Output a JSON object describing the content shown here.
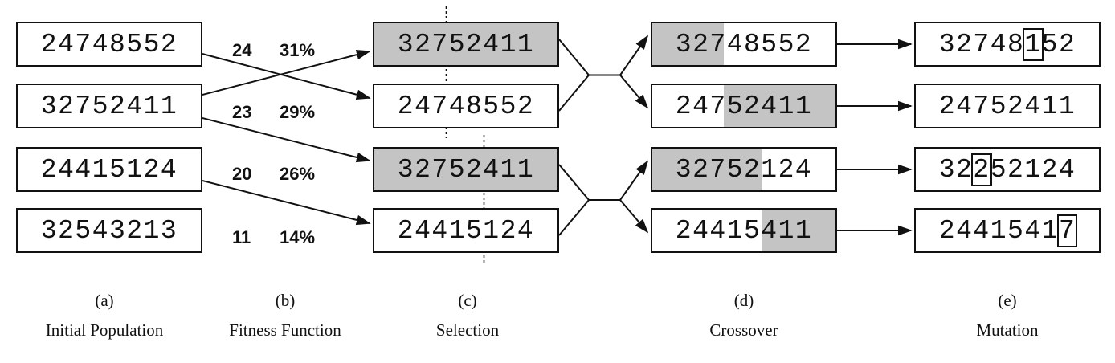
{
  "columns": [
    {
      "letter": "(a)",
      "title": "Initial Population",
      "boxes": [
        {
          "text": "24748552"
        },
        {
          "text": "32752411"
        },
        {
          "text": "24415124"
        },
        {
          "text": "32543213"
        }
      ]
    },
    {
      "letter": "(b)",
      "title": "Fitness Function",
      "fitness": [
        {
          "score": "24",
          "percent": "31%"
        },
        {
          "score": "23",
          "percent": "29%"
        },
        {
          "score": "20",
          "percent": "26%"
        },
        {
          "score": "11",
          "percent": "14%"
        }
      ]
    },
    {
      "letter": "(c)",
      "title": "Selection",
      "boxes": [
        {
          "text": "32752411",
          "shaded": true
        },
        {
          "text": "24748552",
          "shaded": false
        },
        {
          "text": "32752411",
          "shaded": true
        },
        {
          "text": "24415124",
          "shaded": false
        }
      ],
      "crossover_points": [
        3,
        5
      ]
    },
    {
      "letter": "(d)",
      "title": "Crossover",
      "boxes": [
        {
          "text": "32748552",
          "shaded_chars": [
            0,
            3
          ]
        },
        {
          "text": "24752411",
          "shaded_chars": [
            3,
            8
          ]
        },
        {
          "text": "32752124",
          "shaded_chars": [
            0,
            5
          ]
        },
        {
          "text": "24415411",
          "shaded_chars": [
            5,
            8
          ]
        }
      ]
    },
    {
      "letter": "(e)",
      "title": "Mutation",
      "boxes": [
        {
          "text": "32748152",
          "mutated_char": 5
        },
        {
          "text": "24752411",
          "mutated_char": null
        },
        {
          "text": "32252124",
          "mutated_char": 2
        },
        {
          "text": "24415417",
          "mutated_char": 7
        }
      ]
    }
  ],
  "colors": {
    "shade": "#c4c4c4",
    "line": "#111111"
  }
}
